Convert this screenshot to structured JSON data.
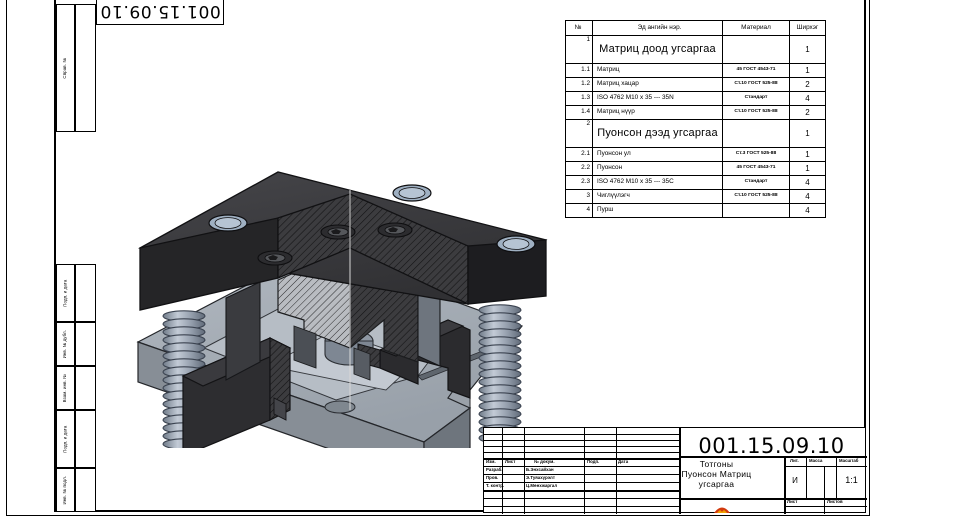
{
  "sheet": {
    "drawing_number_top": "001.15.09.10",
    "drawing_number_title": "001.15.09.10"
  },
  "side_margin": {
    "cells": [
      {
        "label": "Справ. №"
      },
      {
        "label": "Подп. и дата"
      },
      {
        "label": "Инв. № дубл."
      },
      {
        "label": "Взам. инв. №"
      },
      {
        "label": "Подп. и дата"
      },
      {
        "label": "Инв. № подл."
      }
    ]
  },
  "bom": {
    "headers": [
      "№",
      "Эд ангийн нэр.",
      "Материал",
      "Ширхэг"
    ],
    "rows": [
      {
        "no": "1",
        "name": "Матриц доод угсаргаа",
        "material": "",
        "qty": "1",
        "group": true
      },
      {
        "no": "1.1",
        "name": "Матриц",
        "material": "45 ГОСТ 4543-71",
        "qty": "1",
        "group": false
      },
      {
        "no": "1.2",
        "name": "Матриц хацар",
        "material": "Ст.10 ГОСТ 525-88",
        "qty": "2",
        "group": false
      },
      {
        "no": "1.3",
        "name": "ISO 4762 M10 x 35 --- 35N",
        "material": "Стандарт",
        "qty": "4",
        "group": false
      },
      {
        "no": "1.4",
        "name": "Матриц нүүр",
        "material": "Ст.10 ГОСТ 525-88",
        "qty": "2",
        "group": false
      },
      {
        "no": "2",
        "name": "Пуонсон дээд угсаргаа",
        "material": "",
        "qty": "1",
        "group": true
      },
      {
        "no": "2.1",
        "name": "Пуонсон ул",
        "material": "Ст.3 ГОСТ 525-88",
        "qty": "1",
        "group": false
      },
      {
        "no": "2.2",
        "name": "Пуонсон",
        "material": "45 ГОСТ 4543-71",
        "qty": "1",
        "group": false
      },
      {
        "no": "2.3",
        "name": "ISO 4762 M10 x 35 --- 35C",
        "material": "Стандарт",
        "qty": "4",
        "group": false
      },
      {
        "no": "3",
        "name": "Чиглүүлэгч",
        "material": "Ст.10 ГОСТ 525-88",
        "qty": "4",
        "group": false
      },
      {
        "no": "4",
        "name": "Пурш",
        "material": "",
        "qty": "4",
        "group": false
      }
    ]
  },
  "title_block": {
    "revision_headers": [
      "Изм.",
      "Лист",
      "№ докум.",
      "Подп.",
      "Дата"
    ],
    "roles": [
      {
        "role": "Разраб.",
        "name": "Б.Энхсайхан"
      },
      {
        "role": "Пров.",
        "name": "Э.Туяахүрэлт"
      },
      {
        "role": "Т. контр.",
        "name": "Ц.Мөнхжаргал"
      }
    ],
    "title_lines": [
      "Тотгоны",
      "Пуонсон Матриц",
      "угсаргаа"
    ],
    "code": "001.15.09.10",
    "lit_header": "Лит.",
    "mass_header": "Масса",
    "scale_header": "Масштаб",
    "lit_value": "И",
    "mass_value": "",
    "scale_value": "1:1",
    "sheet_header": "Лист",
    "sheets_header": "Листов",
    "sheet_value": "",
    "sheets_value": ""
  },
  "model": {
    "name": "punch-die-press-tool-assembly-3d-view",
    "colors": {
      "top_plate": "#2e2e30",
      "top_plate_top": "#3a3a3d",
      "base_plate": "#8d949c",
      "base_plate_top": "#a7aeb6",
      "spring": "#9aa4b2",
      "section_hatch": "#b9bcc1",
      "guide_post": "#4a4b4e",
      "bore": "#aeb7c4"
    }
  }
}
